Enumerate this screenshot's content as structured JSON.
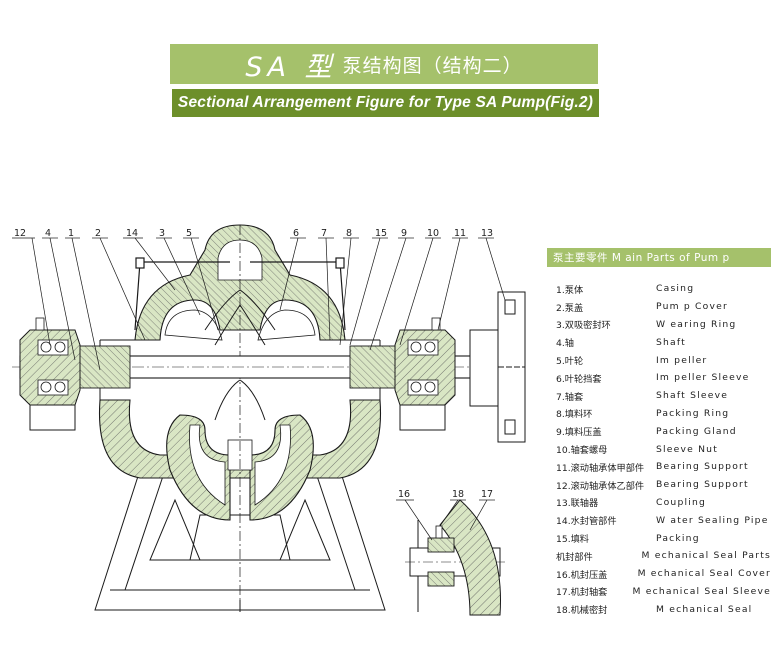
{
  "title": {
    "main": "SA 型",
    "sub": "泵结构图（结构二）",
    "english": "Sectional Arrangement Figure for Type SA Pump(Fig.2)"
  },
  "callouts_top": [
    "12",
    "4",
    "1",
    "2",
    "14",
    "3",
    "5",
    "6",
    "7",
    "8",
    "15",
    "9",
    "10",
    "11",
    "13"
  ],
  "callouts_detail": [
    "16",
    "18",
    "17"
  ],
  "parts": {
    "header": "泵主要零件 M ain Parts of Pum p",
    "items": [
      {
        "cn": "1.泵体",
        "en": "Casing"
      },
      {
        "cn": "2.泵盖",
        "en": "Pum p Cover"
      },
      {
        "cn": "3.双吸密封环",
        "en": "W earing Ring"
      },
      {
        "cn": "4.轴",
        "en": "Shaft"
      },
      {
        "cn": "5.叶轮",
        "en": "Im peller"
      },
      {
        "cn": "6.叶轮挡套",
        "en": "Im peller Sleeve"
      },
      {
        "cn": "7.轴套",
        "en": "Shaft Sleeve"
      },
      {
        "cn": "8.填料环",
        "en": "Packing Ring"
      },
      {
        "cn": "9.填料压盖",
        "en": "Packing Gland"
      },
      {
        "cn": "10.轴套螺母",
        "en": "Sleeve Nut"
      },
      {
        "cn": "11.滚动轴承体甲部件",
        "en": "Bearing Support"
      },
      {
        "cn": "12.滚动轴承体乙部件",
        "en": "Bearing Support"
      },
      {
        "cn": "13.联轴器",
        "en": "Coupling"
      },
      {
        "cn": "14.水封管部件",
        "en": "W ater Sealing Pipe"
      },
      {
        "cn": "15.填料",
        "en": "Packing"
      },
      {
        "cn": "  机封部件",
        "en": "M echanical Seal Parts"
      },
      {
        "cn": "16.机封压盖",
        "en": "M echanical Seal Cover"
      },
      {
        "cn": "17.机封轴套",
        "en": "M echanical Seal Sleeve"
      },
      {
        "cn": "18.机械密封",
        "en": "M echanical Seal"
      }
    ]
  },
  "colors": {
    "title_bg": "#a5c16b",
    "subtitle_bg": "#6d8f2a",
    "casing_fill": "#d9e6c4",
    "line": "#1a1a1a"
  }
}
